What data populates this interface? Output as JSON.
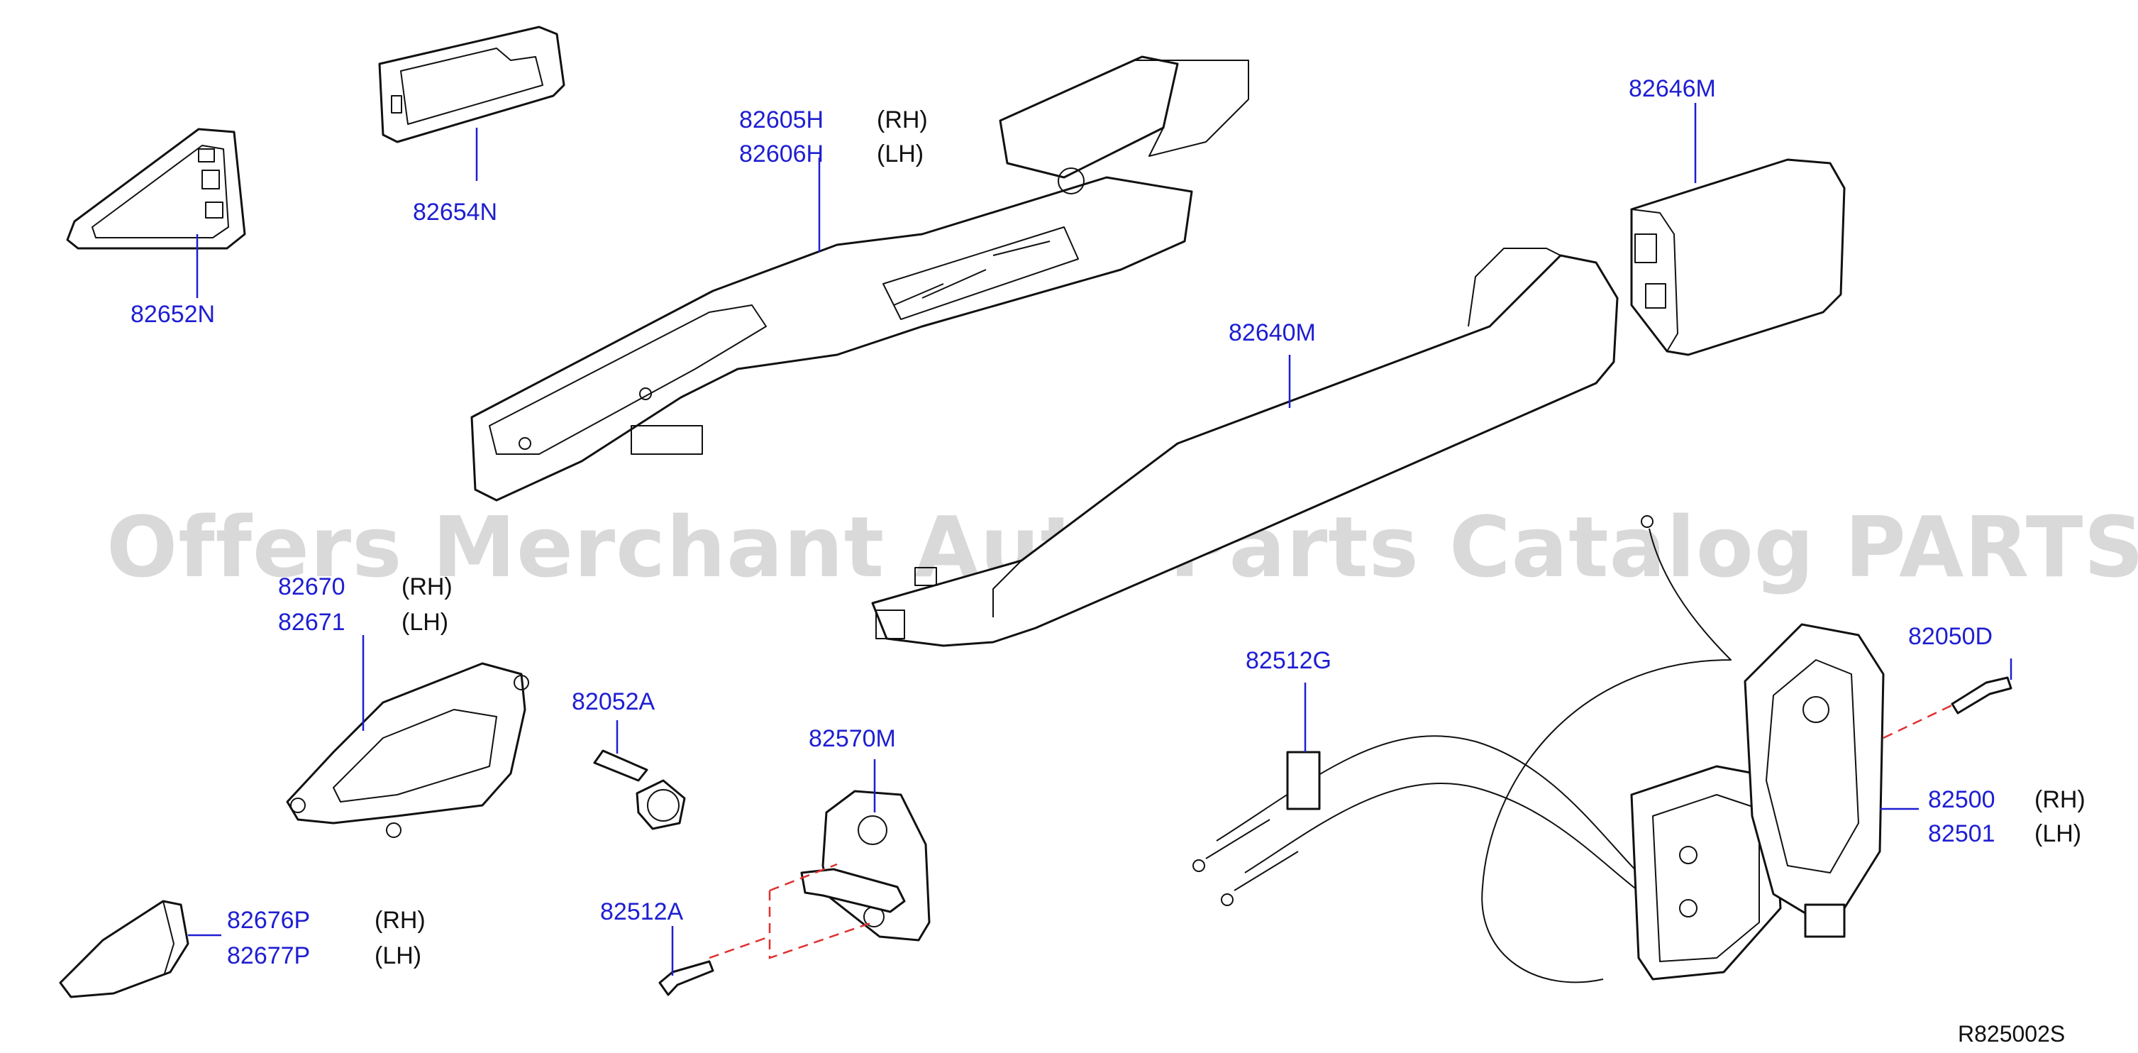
{
  "watermark": "Offers Merchant Auto Parts Catalog PARTSTORE.SA",
  "reference_code": "R825002S",
  "colors": {
    "part_number": "#1e1ed2",
    "text": "#111111",
    "watermark": "#d9d9d9",
    "fastener_path": "#e03030"
  },
  "labels": {
    "p82652N": "82652N",
    "p82654N": "82654N",
    "p82605H": "82605H",
    "p82606H": "82606H",
    "p82646M": "82646M",
    "p82640M": "82640M",
    "p82670": "82670",
    "p82671": "82671",
    "p82052A": "82052A",
    "p82570M": "82570M",
    "p82512A": "82512A",
    "p82676P": "82676P",
    "p82677P": "82677P",
    "p82512G": "82512G",
    "p82050D": "82050D",
    "p82500": "82500",
    "p82501": "82501"
  },
  "sides": {
    "rh": "(RH)",
    "lh": "(LH)"
  }
}
